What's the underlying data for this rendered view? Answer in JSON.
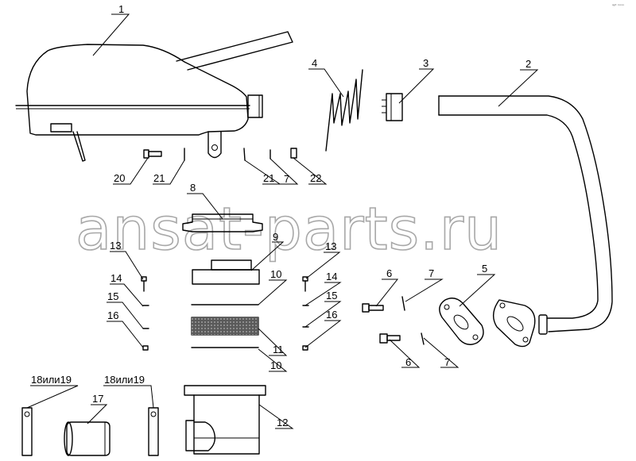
{
  "watermark": "ansat-parts.ru",
  "corner_mark": "ᵃᵖᵗ ⁿᵒˢˢ",
  "callouts": [
    {
      "id": "c1",
      "text": "1"
    },
    {
      "id": "c2",
      "text": "2"
    },
    {
      "id": "c3",
      "text": "3"
    },
    {
      "id": "c4",
      "text": "4"
    },
    {
      "id": "c5",
      "text": "5"
    },
    {
      "id": "c6a",
      "text": "6"
    },
    {
      "id": "c6b",
      "text": "6"
    },
    {
      "id": "c7a",
      "text": "7"
    },
    {
      "id": "c7b",
      "text": "7"
    },
    {
      "id": "c7c",
      "text": "7"
    },
    {
      "id": "c8",
      "text": "8"
    },
    {
      "id": "c9",
      "text": "9"
    },
    {
      "id": "c10a",
      "text": "10"
    },
    {
      "id": "c10b",
      "text": "10"
    },
    {
      "id": "c11",
      "text": "11"
    },
    {
      "id": "c12",
      "text": "12"
    },
    {
      "id": "c13a",
      "text": "13"
    },
    {
      "id": "c13b",
      "text": "13"
    },
    {
      "id": "c14a",
      "text": "14"
    },
    {
      "id": "c14b",
      "text": "14"
    },
    {
      "id": "c15a",
      "text": "15"
    },
    {
      "id": "c15b",
      "text": "15"
    },
    {
      "id": "c16a",
      "text": "16"
    },
    {
      "id": "c16b",
      "text": "16"
    },
    {
      "id": "c17",
      "text": "17"
    },
    {
      "id": "c18a",
      "text": "18или19"
    },
    {
      "id": "c18b",
      "text": "18или19"
    },
    {
      "id": "c20",
      "text": "20"
    },
    {
      "id": "c21a",
      "text": "21"
    },
    {
      "id": "c21b",
      "text": "21"
    },
    {
      "id": "c22",
      "text": "22"
    }
  ]
}
